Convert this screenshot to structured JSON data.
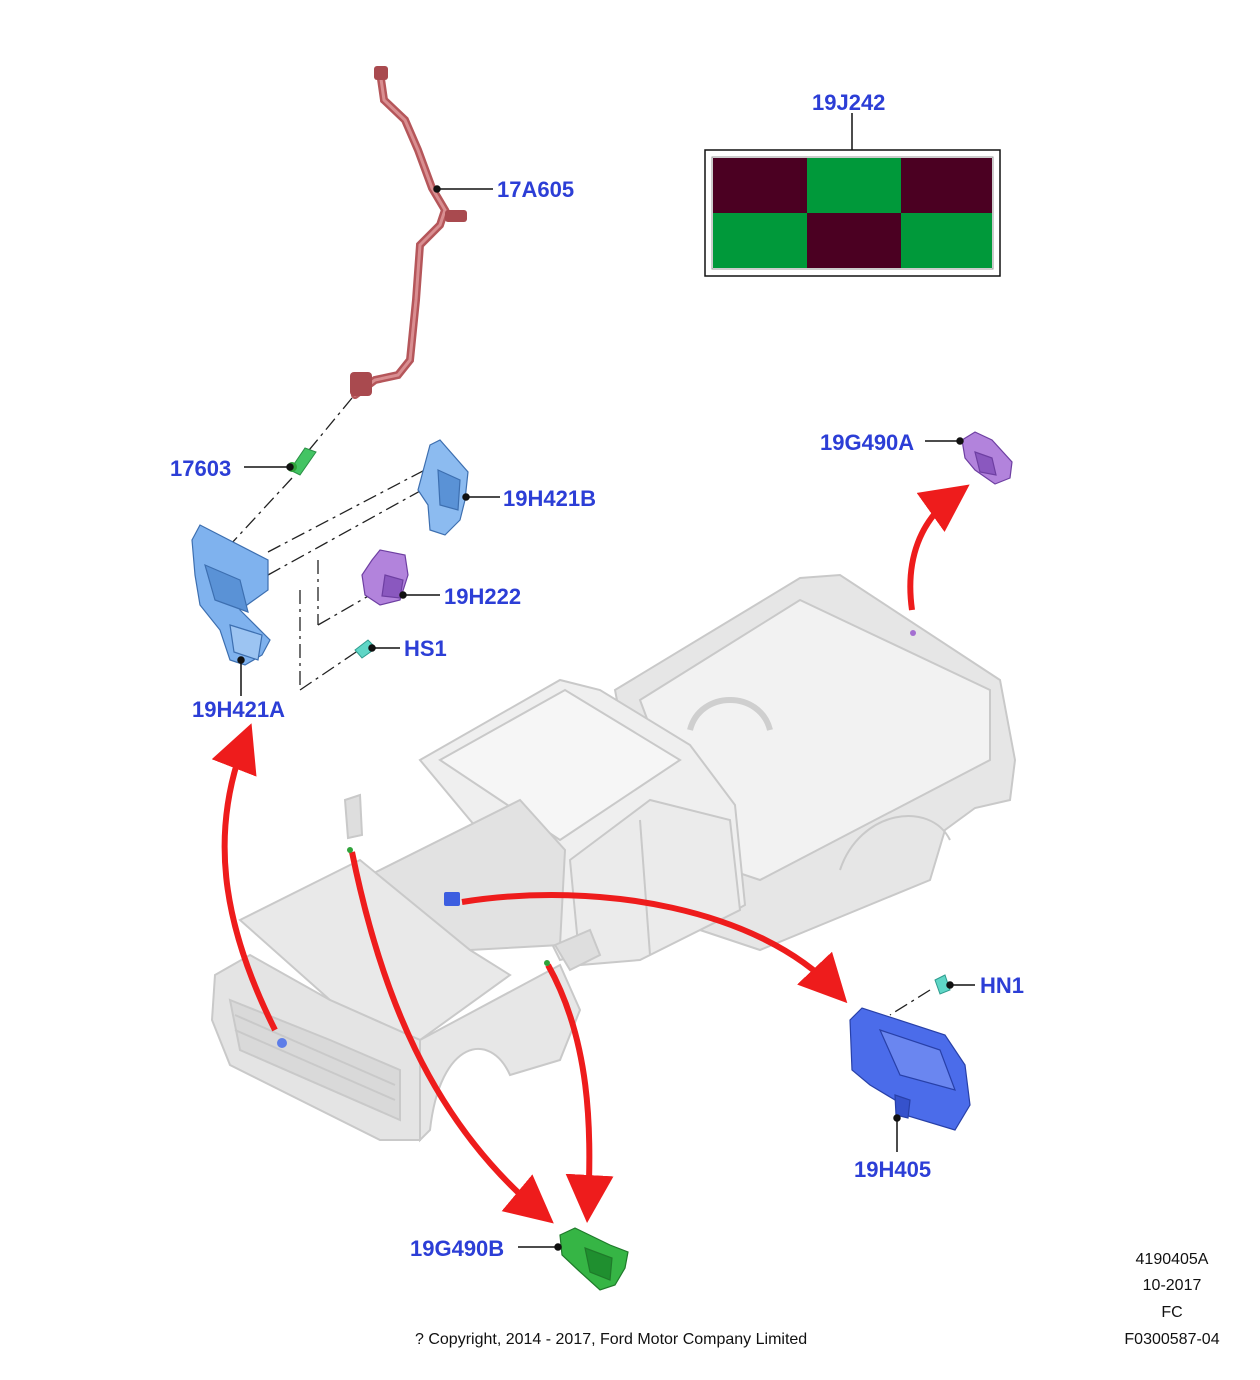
{
  "callouts": {
    "c17A605": "17A605",
    "c19J242": "19J242",
    "c17603": "17603",
    "c19H421B": "19H421B",
    "c19G490A": "19G490A",
    "c19H222": "19H222",
    "cHS1": "HS1",
    "c19H421A": "19H421A",
    "cHN1": "HN1",
    "c19H405": "19H405",
    "c19G490B": "19G490B"
  },
  "footer": {
    "doc_number": "4190405A",
    "date": "10-2017",
    "code": "FC",
    "figure_id": "F0300587-04",
    "copyright": "? Copyright, 2014 - 2017, Ford Motor Company Limited"
  },
  "colors": {
    "callout_text": "#2c3ed6",
    "arrow_red": "#ee1c1c",
    "hose": "#b5565a",
    "bracket_blue": "#6fa8e8",
    "sensor_purple": "#a46fd1",
    "sensor_green": "#2fa33a",
    "module_blue": "#3d5ee0",
    "sticker_dark": "#4b0022",
    "sticker_green": "#00993a"
  }
}
